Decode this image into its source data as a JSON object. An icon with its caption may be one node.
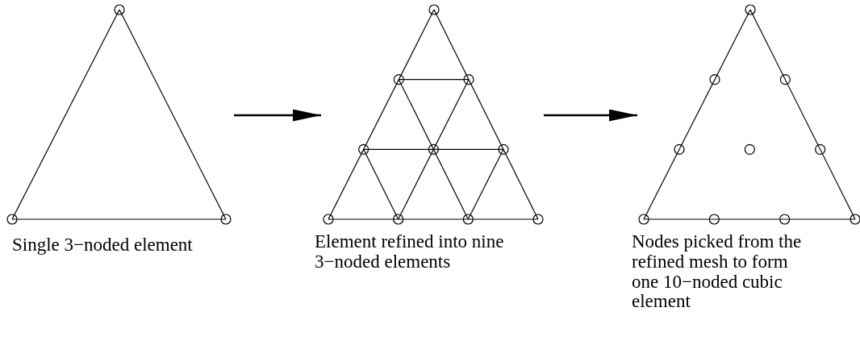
{
  "diagram": {
    "nodes": [
      {
        "text": [],
        "shape": "picture",
        "beside": [
          "Single 3−noded element"
        ]
      },
      {
        "text": [],
        "shape": "picture",
        "beside": [
          "Element refined into nine 3−noded elements"
        ]
      },
      {
        "text": [],
        "shape": "picture",
        "beside": [
          "Nodes picked from the refined mesh to form one 10−noded cubic element"
        ]
      }
    ],
    "edges": [
      {
        "from": 0,
        "to": 1,
        "arrow": "to"
      },
      {
        "from": 1,
        "to": 2,
        "arrow": "to"
      }
    ]
  }
}
